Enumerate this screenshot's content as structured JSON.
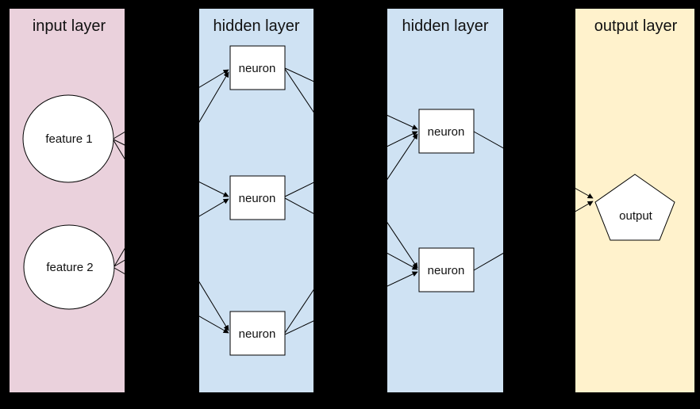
{
  "diagram": {
    "type": "neural-network",
    "background_color": "#000000",
    "node_fill_color": "#ffffff",
    "edge_color": "#000000",
    "layers": [
      {
        "label": "input layer",
        "color": "#ead1dc",
        "nodes": [
          {
            "id": "feature1",
            "label": "feature 1",
            "shape": "ellipse"
          },
          {
            "id": "feature2",
            "label": "feature 2",
            "shape": "ellipse"
          }
        ]
      },
      {
        "label": "hidden layer",
        "color": "#cfe2f3",
        "nodes": [
          {
            "id": "h1n1",
            "label": "neuron",
            "shape": "rect"
          },
          {
            "id": "h1n2",
            "label": "neuron",
            "shape": "rect"
          },
          {
            "id": "h1n3",
            "label": "neuron",
            "shape": "rect"
          }
        ]
      },
      {
        "label": "hidden layer",
        "color": "#cfe2f3",
        "nodes": [
          {
            "id": "h2n1",
            "label": "neuron",
            "shape": "rect"
          },
          {
            "id": "h2n2",
            "label": "neuron",
            "shape": "rect"
          }
        ]
      },
      {
        "label": "output layer",
        "color": "#fff2cc",
        "nodes": [
          {
            "id": "output",
            "label": "output",
            "shape": "pentagon"
          }
        ]
      }
    ],
    "edges": [
      {
        "from": "feature1",
        "to": "h1n1"
      },
      {
        "from": "feature1",
        "to": "h1n2"
      },
      {
        "from": "feature1",
        "to": "h1n3"
      },
      {
        "from": "feature2",
        "to": "h1n1"
      },
      {
        "from": "feature2",
        "to": "h1n2"
      },
      {
        "from": "feature2",
        "to": "h1n3"
      },
      {
        "from": "h1n1",
        "to": "h2n1"
      },
      {
        "from": "h1n1",
        "to": "h2n2"
      },
      {
        "from": "h1n2",
        "to": "h2n1"
      },
      {
        "from": "h1n2",
        "to": "h2n2"
      },
      {
        "from": "h1n3",
        "to": "h2n1"
      },
      {
        "from": "h1n3",
        "to": "h2n2"
      },
      {
        "from": "h2n1",
        "to": "output"
      },
      {
        "from": "h2n2",
        "to": "output"
      }
    ]
  }
}
